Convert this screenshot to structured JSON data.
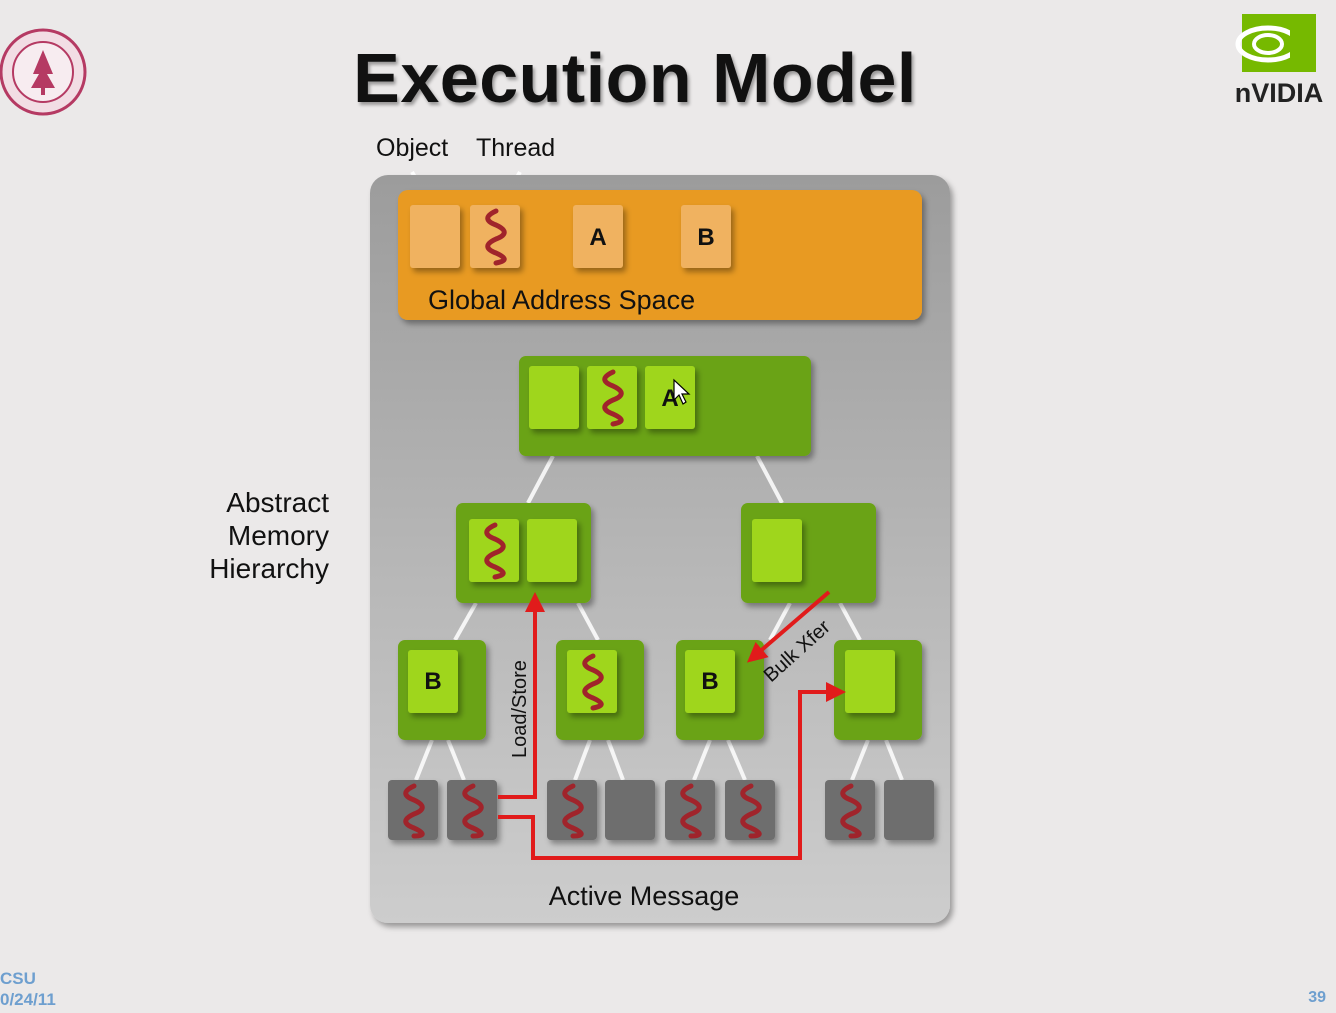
{
  "slide": {
    "title": "Execution Model",
    "footer_left_line1": "CSU",
    "footer_left_line2": "0/24/11",
    "page_number": "39"
  },
  "logos": {
    "left": "stanford-seal-icon",
    "right": "nvidia-logo-icon",
    "right_text": "nVIDIA"
  },
  "legend": {
    "object": "Object",
    "thread": "Thread"
  },
  "side_label": [
    "Abstract",
    "Memory",
    "Hierarchy"
  ],
  "diagram": {
    "global_space_label": "Global Address Space",
    "object_a": "A",
    "object_b": "B",
    "load_store_label": "Load/Store",
    "bulk_xfer_label": "Bulk Xfer",
    "active_message_label": "Active Message"
  },
  "colors": {
    "orange": "#e89a20",
    "green_dark": "#6aa312",
    "green_light": "#9fd61e",
    "arrow_red": "#e11b1b",
    "thread_squiggle": "#a0242b"
  }
}
